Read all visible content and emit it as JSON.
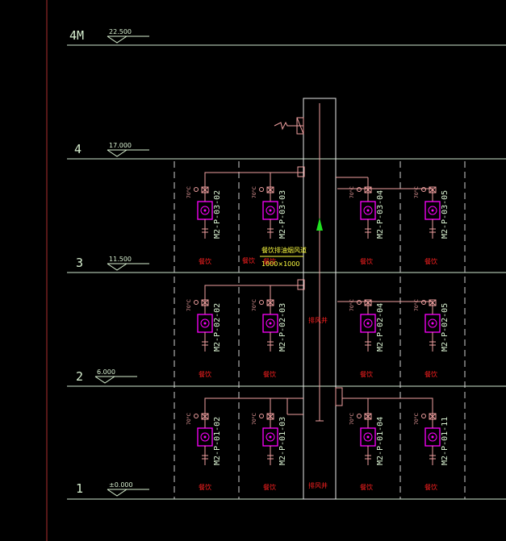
{
  "floors": [
    {
      "name": "4M",
      "elev": "22.500"
    },
    {
      "name": "4",
      "elev": "17.000"
    },
    {
      "name": "3",
      "elev": "11.500"
    },
    {
      "name": "2",
      "elev": "6.000"
    },
    {
      "name": "1",
      "elev": "±0.000"
    }
  ],
  "units": {
    "f3": [
      "M2-P-03-02",
      "M2-P-03-03",
      "M2-P-03-04",
      "M2-P-03-05"
    ],
    "f2": [
      "M2-P-02-02",
      "M2-P-02-03",
      "M2-P-02-04",
      "M2-P-02-05"
    ],
    "f1": [
      "M2-P-01-02",
      "M2-P-01-03",
      "M2-P-01-04",
      "M2-P-01-11"
    ]
  },
  "red_labels": {
    "room": "餐饮",
    "shaft_mid": "排风井",
    "shaft_low": "排风井",
    "tag": "70°C"
  },
  "yellow_labels": {
    "shaft_name": "餐饮排油烟风道",
    "shaft_size": "1000×1000"
  },
  "colors": {
    "background": "#000000",
    "level_line": "#cfe8cf",
    "grid_dash": "#d0d0d0",
    "duct": "#f0a0a0",
    "fan": "#ff00ff",
    "label": "#d8f0d0",
    "red_text": "#ff2020",
    "yellow_text": "#ffff40",
    "arrow": "#20e020",
    "left_border": "#b03030"
  }
}
